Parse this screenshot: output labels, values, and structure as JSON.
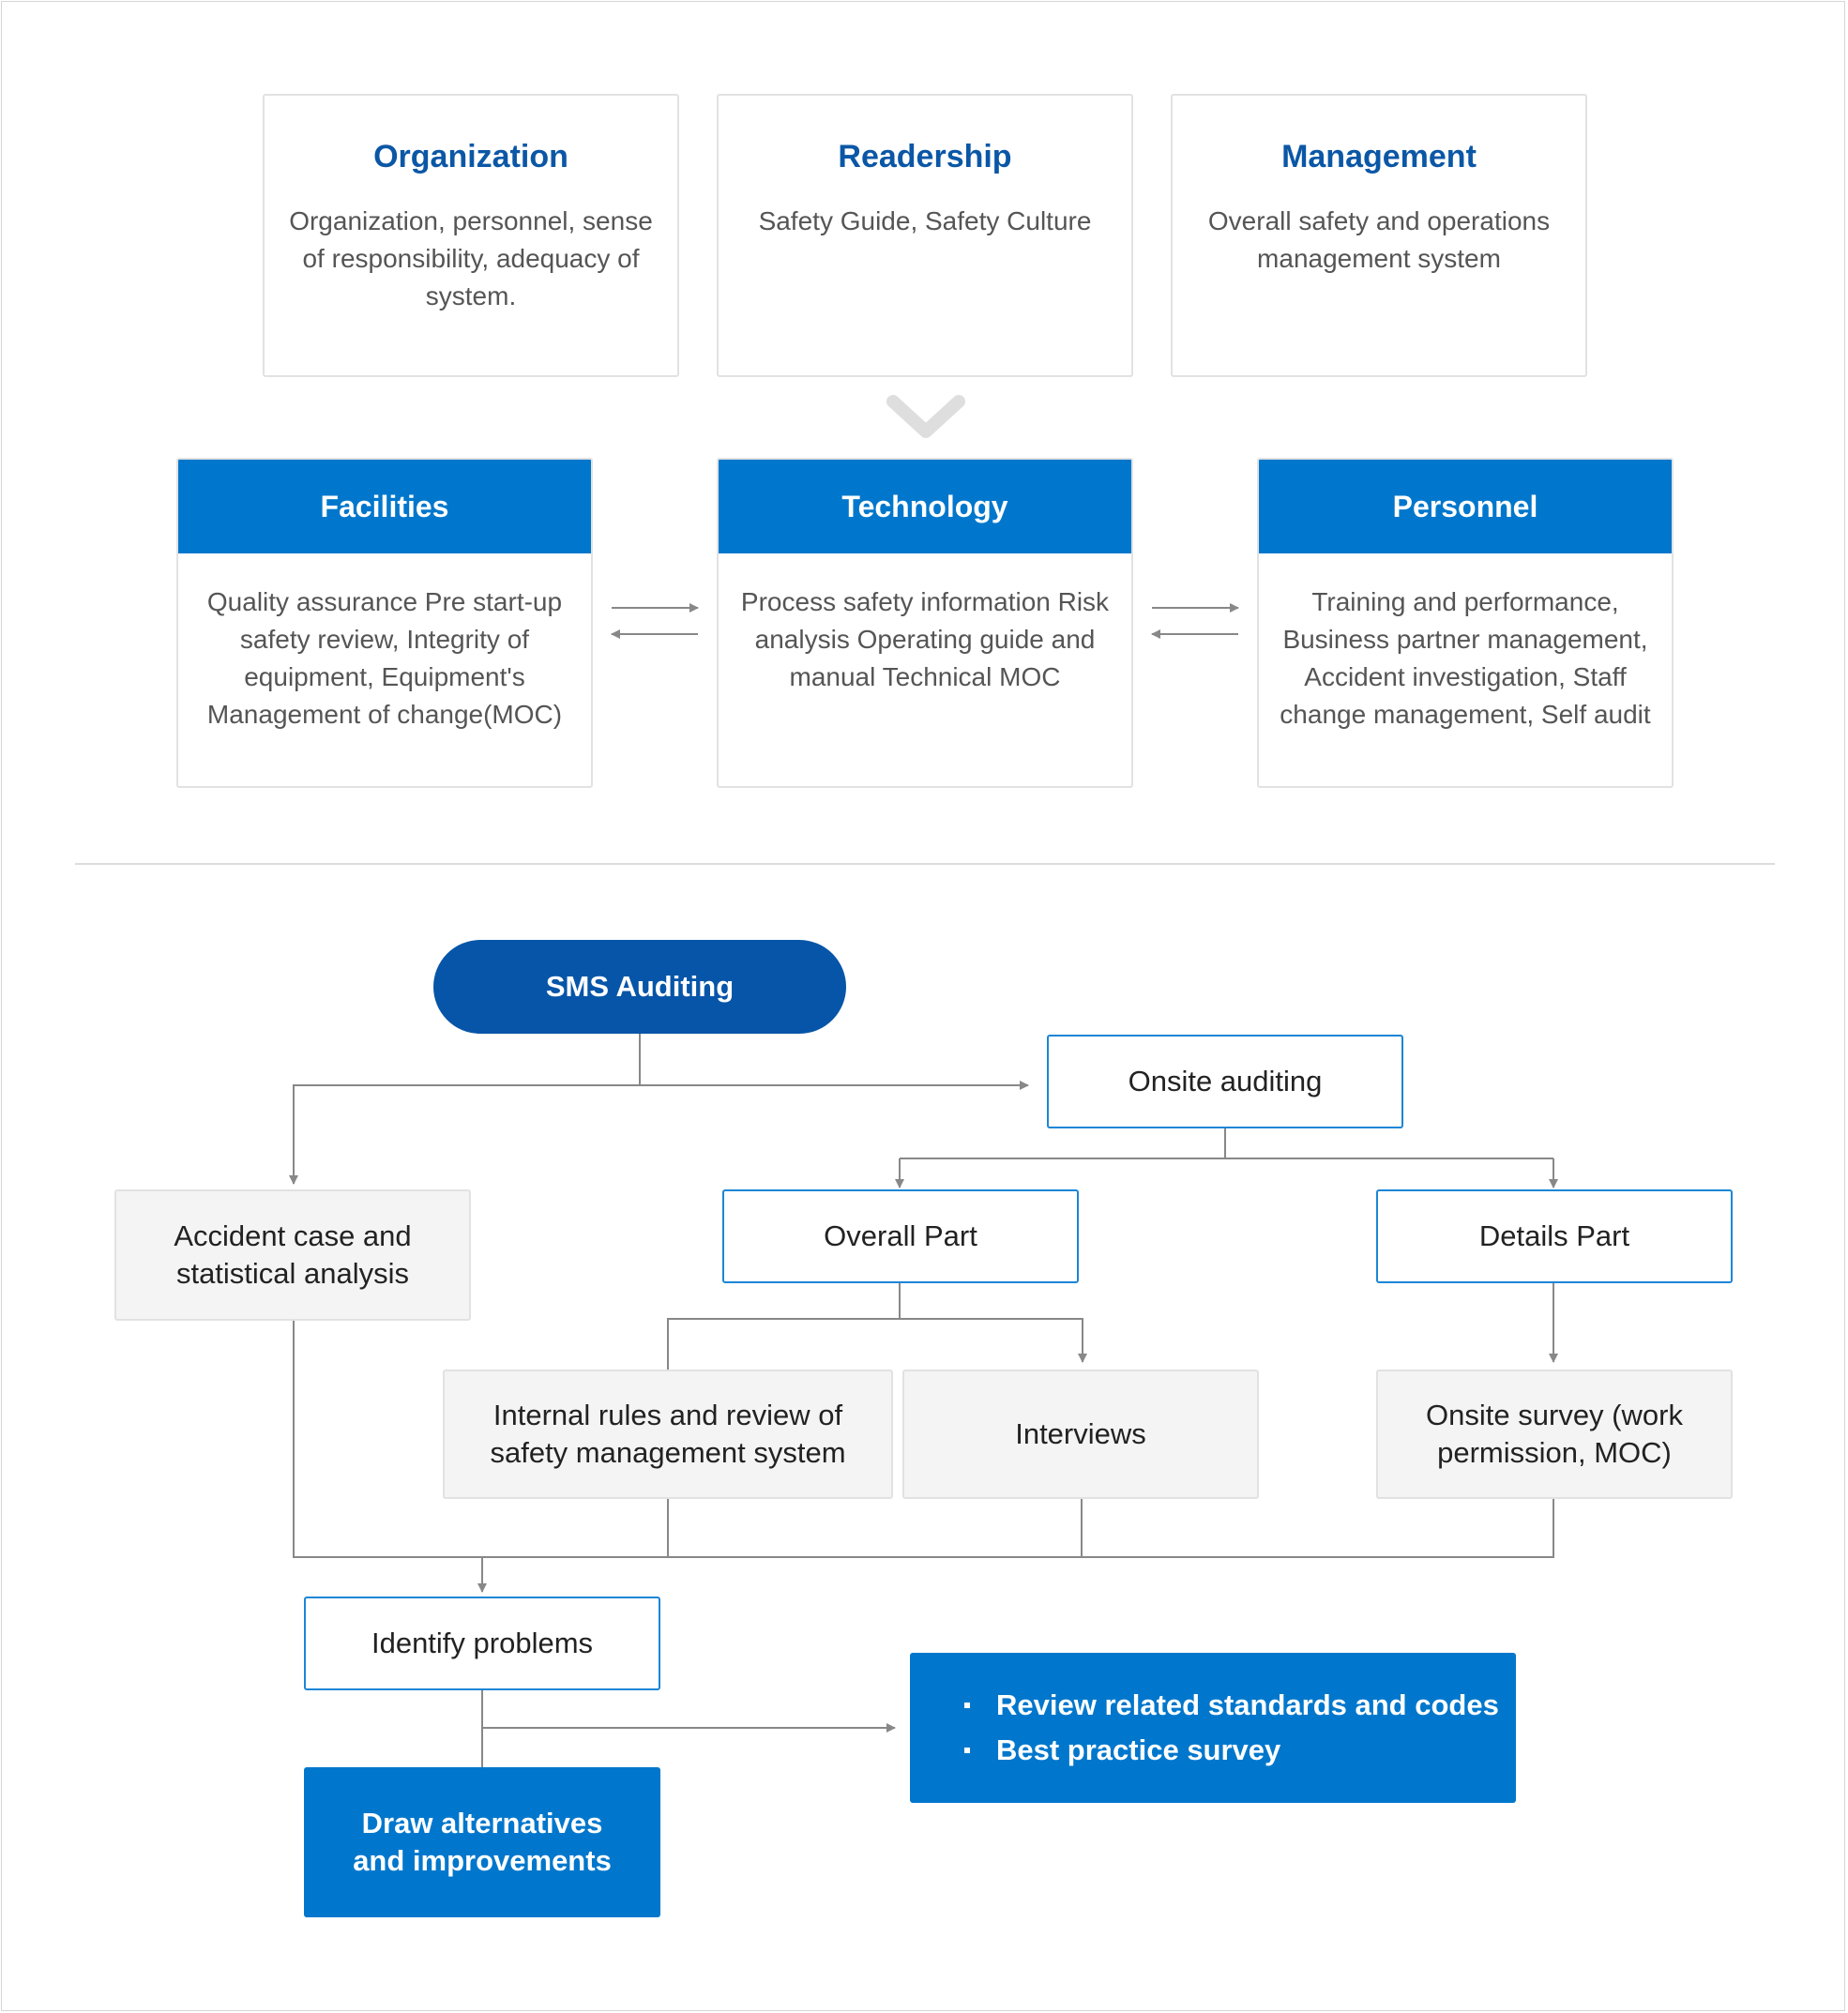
{
  "top_cards": [
    {
      "title": "Organization",
      "desc": "Organization, personnel, sense of responsibility, adequacy of system."
    },
    {
      "title": "Readership",
      "desc": "Safety Guide, Safety Culture"
    },
    {
      "title": "Management",
      "desc": "Overall safety and operations management system"
    }
  ],
  "mid_cards": [
    {
      "title": "Facilities",
      "desc": "Quality assurance Pre start-up safety review, Integrity of equipment, Equipment's Management of change(MOC)"
    },
    {
      "title": "Technology",
      "desc": "Process safety information Risk analysis Operating guide and manual Technical MOC"
    },
    {
      "title": "Personnel",
      "desc": "Training and performance, Business partner management, Accident investigation, Staff change management, Self audit"
    }
  ],
  "flow": {
    "sms_auditing": "SMS Auditing",
    "onsite_auditing": "Onsite auditing",
    "accident_case": "Accident case and statistical analysis",
    "overall_part": "Overall Part",
    "details_part": "Details Part",
    "internal_rules": "Internal rules and review of safety management system",
    "interviews": "Interviews",
    "onsite_survey": "Onsite survey (work permission, MOC)",
    "identify_problems": "Identify problems",
    "draw_alternatives": "Draw alternatives and improvements",
    "review_items": [
      "Review related standards and codes",
      "Best practice survey"
    ]
  },
  "colors": {
    "accent_blue": "#0077cc",
    "dark_blue": "#0655a8",
    "title_blue": "#0b57a6",
    "border_blue": "#1c86d6",
    "gray_fill": "#f4f4f4",
    "line_gray": "#888888"
  },
  "icons": [
    "chevron-down-icon",
    "arrow-right-icon",
    "arrow-left-icon"
  ]
}
